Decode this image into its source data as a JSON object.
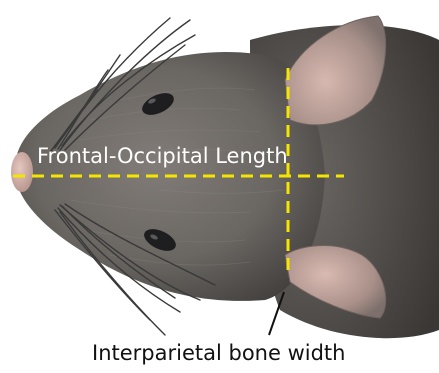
{
  "diagram": {
    "subject": "mouse-head-top-view",
    "labels": {
      "frontal_occipital": "Frontal-Occipital Length",
      "interparietal": "Interparietal bone width"
    },
    "colors": {
      "background": "#ffffff",
      "fur_dark": "#4a4744",
      "fur_mid": "#6d6a66",
      "fur_light": "#8a8580",
      "ear_inner": "#c9a9a2",
      "ear_outer": "#8d7f7b",
      "eye": "#1e1d1f",
      "nose": "#d8b7ae",
      "whisker": "#3a3a3a",
      "measure_line": "#f5e600",
      "label_on_image": "#ffffff",
      "label_below": "#111111",
      "pointer_line": "#111111"
    }
  }
}
